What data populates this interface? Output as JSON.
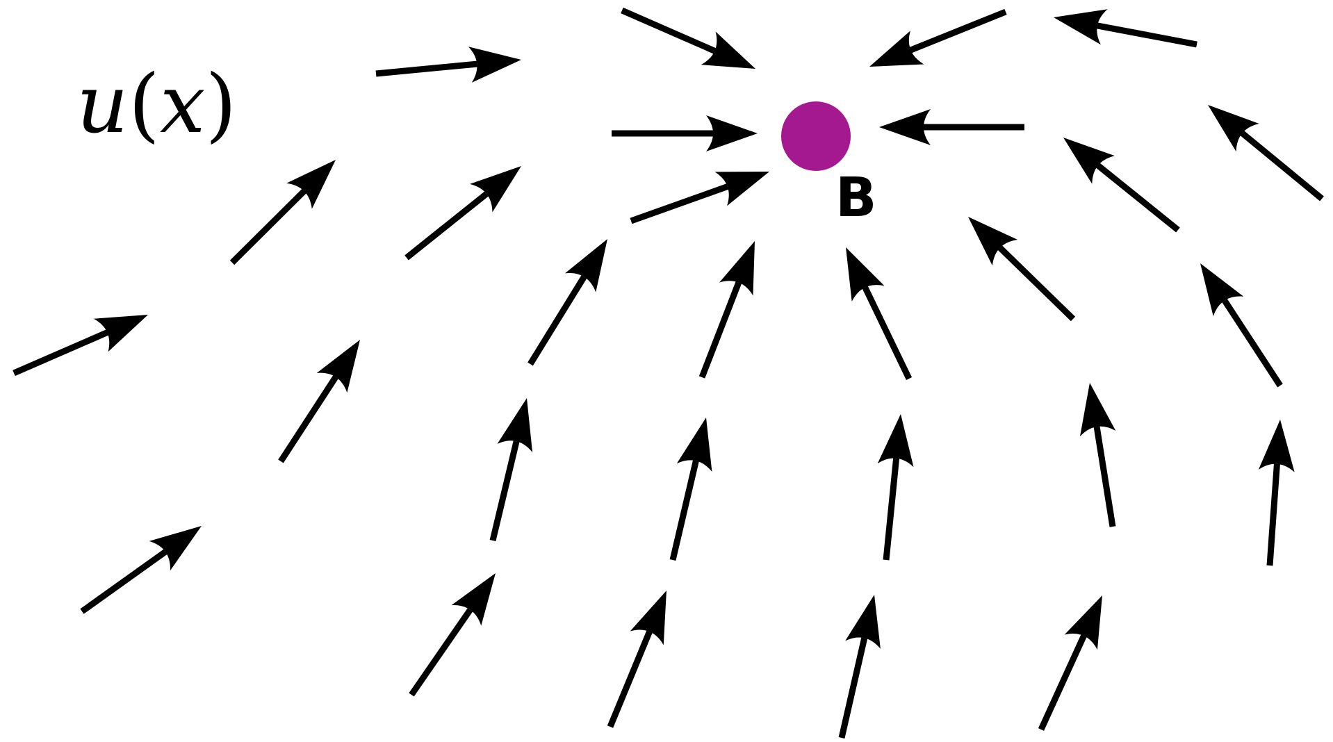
{
  "labels": {
    "field_var": "u",
    "field_open": "(",
    "field_arg": "x",
    "field_close": ")",
    "point": "B"
  },
  "colors": {
    "point_fill": "#a4198f",
    "arrow": "#000000",
    "background": "#ffffff"
  }
}
